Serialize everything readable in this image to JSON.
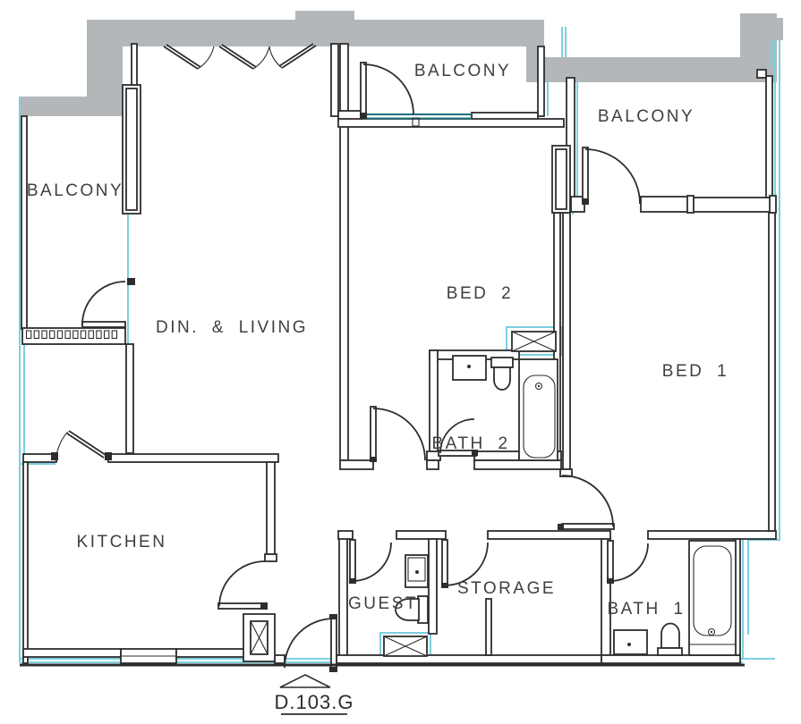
{
  "drawing": {
    "unit_label": "D.103.G",
    "rooms": {
      "balcony_left": "BALCONY",
      "balcony_middle": "BALCONY",
      "balcony_right": "BALCONY",
      "dining_living": "DIN. & LIVING",
      "bed_2": "BED 2",
      "bed_1": "BED 1",
      "bath_2": "BATH 2",
      "bath_1": "BATH 1",
      "kitchen": "KITCHEN",
      "guest": "GUEST",
      "storage": "STORAGE"
    },
    "colors": {
      "wall_fill": "#b4b7ba",
      "line": "#2d2d2d",
      "glass": "#7ccfe0",
      "glass_dark": "#19707f",
      "label": "#3f3f3f",
      "background": "#ffffff"
    }
  }
}
